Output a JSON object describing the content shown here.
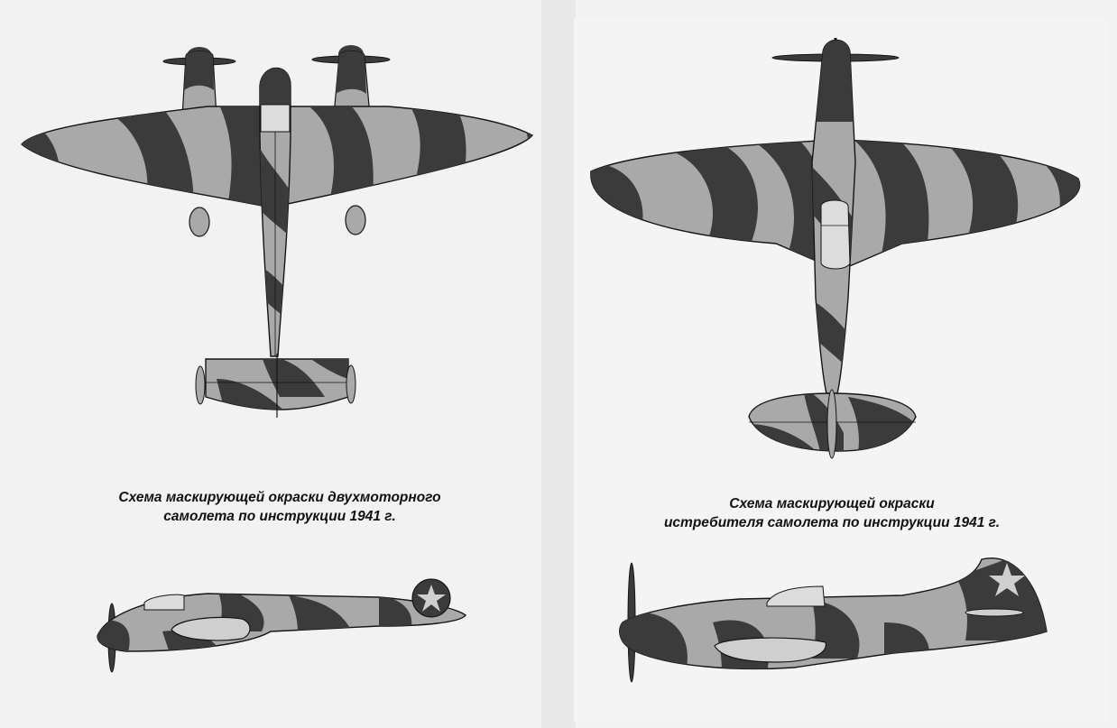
{
  "captions": {
    "left": {
      "line1": "Схема маскирующей окраски двухмоторного",
      "line2": "самолета по  инструкции 1941 г."
    },
    "right": {
      "line1": "Схема маскирующей окраски",
      "line2": "истребителя самолета по инструкции 1941 г."
    }
  },
  "colors": {
    "page": "#f2f2f2",
    "light_camo": "#a9a9a9",
    "dark_camo": "#3b3b3b",
    "outline": "#151515",
    "canopy": "#dcdcdc",
    "star": "#cfcfcf"
  }
}
